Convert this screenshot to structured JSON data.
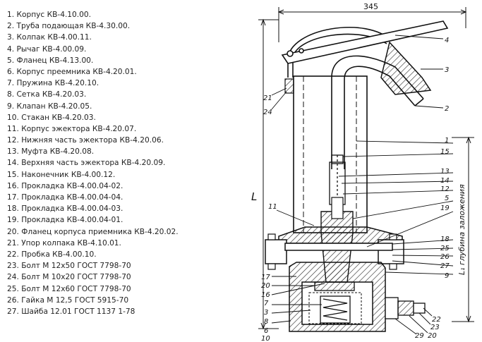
{
  "legend": [
    "1. Корпус КВ-4.10.00.",
    "2. Труба подающая КВ-4.30.00.",
    "3. Колпак КВ-4.00.11.",
    "4. Рычаг КВ-4.00.09.",
    "5. Фланец КВ-4.13.00.",
    "6. Корпус преемника КВ-4.20.01.",
    "7. Пружина КВ-4.20.10.",
    "8. Сетка КВ-4.20.03.",
    "9. Клапан КВ-4.20.05.",
    "10. Стакан КВ-4.20.03.",
    "11. Корпус эжектора КВ-4.20.07.",
    "12. Нижняя часть эжектора КВ-4.20.06.",
    "13. Муфта КВ-4.20.08.",
    "14. Верхняя часть эжектора КВ-4.20.09.",
    "15. Наконечник КВ-4.00.12.",
    "16. Прокладка КВ-4.00.04-02.",
    "17. Прокладка КВ-4.00.04-04.",
    "18. Прокладка КВ-4.00.04-03.",
    "19. Прокладка КВ-4.00.04-01.",
    "20. Фланец корпуса приемника КВ-4.20.02.",
    "21. Упор колпака КВ-4.10.01.",
    "22. Пробка КВ-4.00.10.",
    "23. Болт М 12х50 ГОСТ 7798-70",
    "24. Болт М 10х20 ГОСТ 7798-70",
    "25. Болт М 12х60 ГОСТ 7798-70",
    "26. Гайка М 12,5 ГОСТ 5915-70",
    "27. Шайба 12.01 ГОСТ 1137 1-78"
  ],
  "drawing": {
    "dimension_width": "345",
    "dimension_length": "L",
    "dimension_depth": "L₁ глубина заложения",
    "callouts": {
      "c4": "4",
      "c3": "3",
      "c2": "2",
      "c21": "21",
      "c24": "24",
      "c1": "1",
      "c15": "15",
      "c13": "13",
      "c14": "14",
      "c12": "12",
      "c5": "5",
      "c11": "11",
      "c19": "19",
      "c18": "18",
      "c25": "25",
      "c26": "26",
      "c27": "27",
      "c17": "17",
      "c20": "20",
      "c16": "16",
      "c9": "9",
      "c7": "7",
      "c3b": "3",
      "c8": "8",
      "c6": "6",
      "c10": "10",
      "c22": "22",
      "c23": "23",
      "c20b": "20",
      "c29": "29"
    }
  }
}
